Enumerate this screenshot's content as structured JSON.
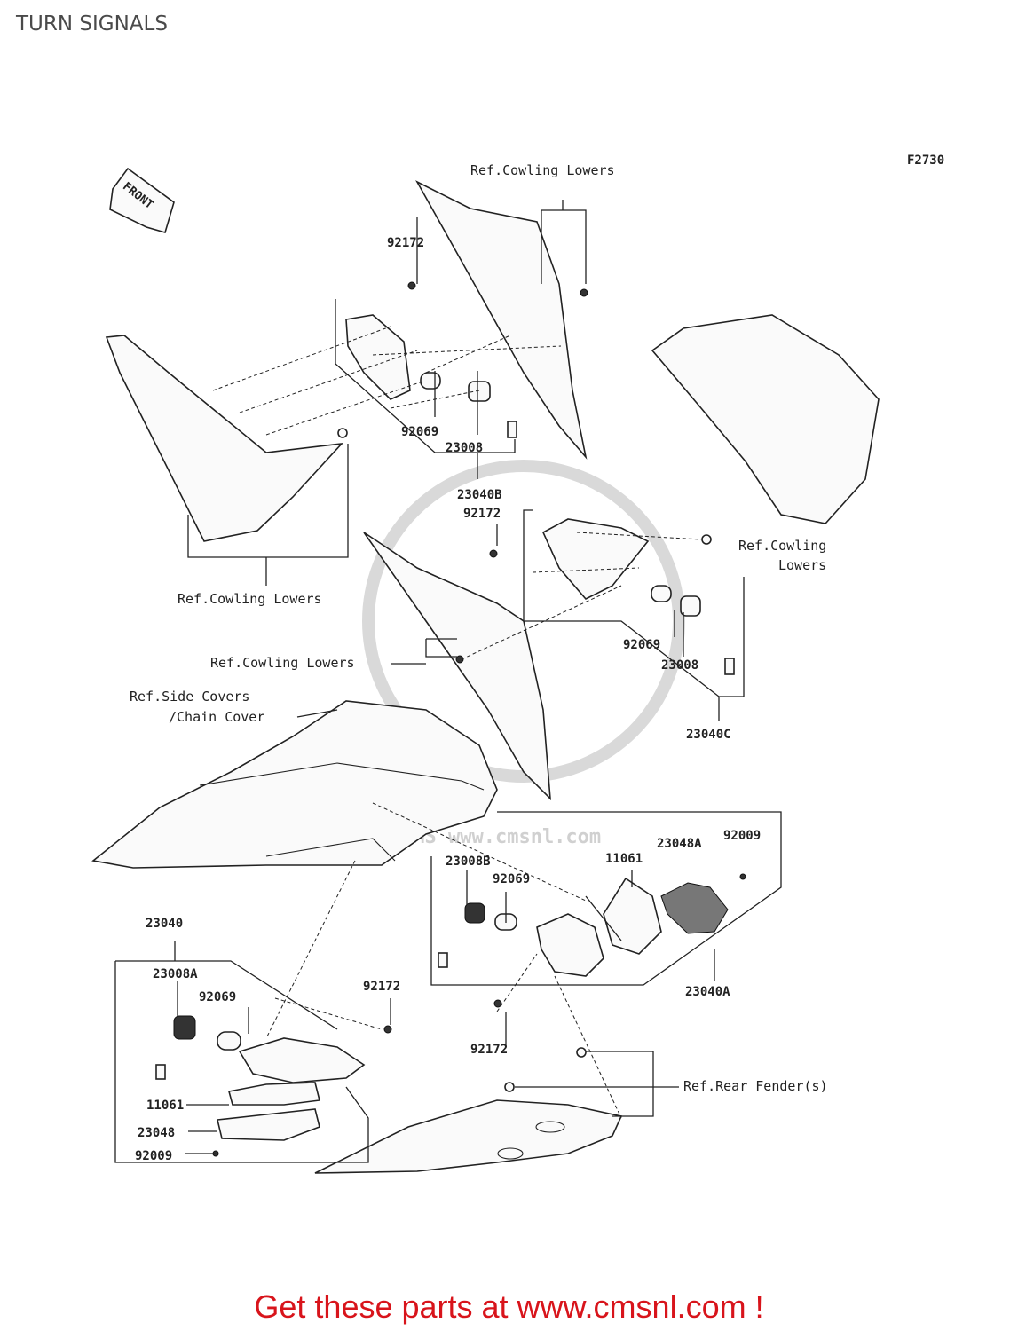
{
  "title": "TURN SIGNALS",
  "figure_code": "F2730",
  "front_label": "FRONT",
  "watermark": "CMS www.cmsnl.com",
  "callouts": {
    "ref_cowling_lowers": "Ref.Cowling Lowers",
    "ref_cowling": "Ref.Cowling",
    "lowers": "Lowers",
    "ref_side_covers": "Ref.Side Covers",
    "chain_cover": "/Chain Cover",
    "ref_rear_fender": "Ref.Rear Fender(s)"
  },
  "parts": {
    "p92172": "92172",
    "p92069": "92069",
    "p23008": "23008",
    "p23040B": "23040B",
    "p23040C": "23040C",
    "p23048A": "23048A",
    "p92009": "92009",
    "p11061": "11061",
    "p23008B": "23008B",
    "p23040A": "23040A",
    "p23040": "23040",
    "p23008A": "23008A",
    "p23048": "23048"
  },
  "cta": "Get these parts at www.cmsnl.com !",
  "colors": {
    "cta": "#d8141b",
    "ink": "#222222",
    "watermark": "#d9d9d9"
  }
}
